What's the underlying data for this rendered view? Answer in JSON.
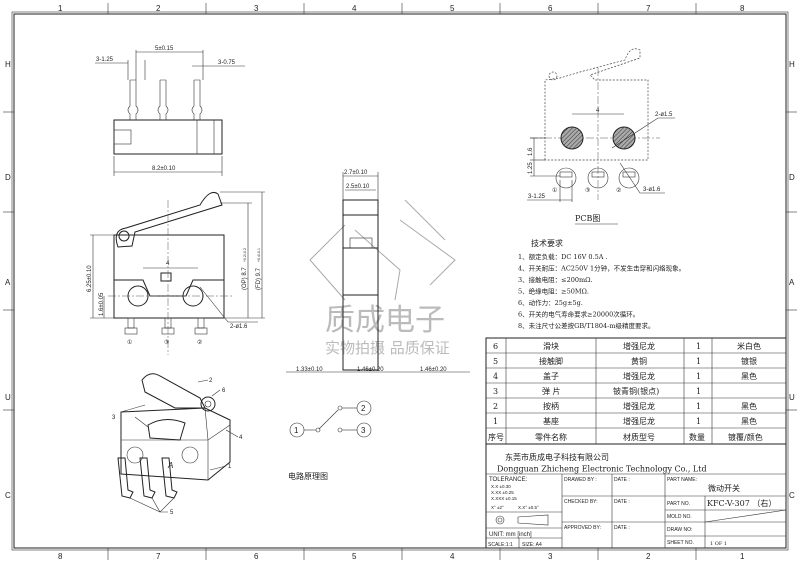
{
  "frame": {
    "columns_top": [
      "1",
      "2",
      "3",
      "4",
      "5",
      "6",
      "7",
      "8"
    ],
    "columns_bottom": [
      "8",
      "7",
      "6",
      "5",
      "4",
      "3",
      "2",
      "1"
    ],
    "rows": [
      "H",
      "D",
      "A",
      "U",
      "C"
    ]
  },
  "top_view": {
    "dim_pitch": "5±0.15",
    "dim_pin_width": "3-1.25",
    "dim_pin_thickness": "3-0.75",
    "dim_length": "8.2±0.10"
  },
  "front_view": {
    "dim_hole_spacing": "4",
    "dim_height": "6.25±0.10",
    "dim_hole_height": "1.6±0.05",
    "dim_op": "(OP) 8.7",
    "dim_op_tol": "+0.2/-0.2",
    "dim_fd": "(FD) 9.7",
    "dim_fd_tol": "+0.4/-0.1",
    "dim_holes": "2-ø1.6",
    "pin_labels": [
      "①",
      "③",
      "②"
    ]
  },
  "side_view": {
    "dim_outer_width": "2.7±0.10",
    "dim_inner_width": "2.5±0.10",
    "dim_bottom": [
      "1.33±0.10",
      "1.46±0.20",
      "1.46±0.20"
    ]
  },
  "watermark": {
    "brand": "质成电子",
    "slogan": "实物拍摄 品质保证"
  },
  "pcb_view": {
    "dim_spacing": "4",
    "dim_holes": "2-ø1.5",
    "dim_v1": "1.6",
    "dim_v2": "1.25",
    "dim_pin_width": "3-1.25",
    "dim_pin_holes": "3-ø1.6",
    "pin_labels": [
      "①",
      "③",
      "②"
    ],
    "title": "PCB图"
  },
  "tech_requirements": {
    "title": "技术要求",
    "items": [
      "1、额定负载：DC 16V 0.5A .",
      "4、开关耐压：AC250V 1分钟，不发生击穿和闪络现象。",
      "3、接触电阻：≤200mΩ.",
      "5、绝缘电阻：≥50MΩ.",
      "6、动作力：25g±5g.",
      "6、开关的电气寿命要求≥20000次循环。",
      "8、未注尺寸公差按GB/T1804-m级精度要求。"
    ]
  },
  "bom": {
    "rows": [
      {
        "no": "6",
        "name": "滑块",
        "material": "增强尼龙",
        "qty": "1",
        "finish": "米白色"
      },
      {
        "no": "5",
        "name": "接触脚",
        "material": "黄铜",
        "qty": "1",
        "finish": "镀银"
      },
      {
        "no": "4",
        "name": "盖子",
        "material": "增强尼龙",
        "qty": "1",
        "finish": "黑色"
      },
      {
        "no": "3",
        "name": "弹 片",
        "material": "铍青铜(银点)",
        "qty": "1",
        "finish": ""
      },
      {
        "no": "2",
        "name": "按柄",
        "material": "增强尼龙",
        "qty": "1",
        "finish": "黑色"
      },
      {
        "no": "1",
        "name": "基座",
        "material": "增强尼龙",
        "qty": "1",
        "finish": "黑色"
      }
    ],
    "header": {
      "no": "序号",
      "name": "零件名称",
      "material": "材质型号",
      "qty": "数量",
      "finish": "镀覆/颜色"
    }
  },
  "title_block": {
    "company_cn": "东莞市质成电子科技有限公司",
    "company_en": "Dongguan Zhicheng Electronic Technology Co., Ltd",
    "tolerance_label": "TOLERANCE:",
    "tolerances": [
      "X.X    ±0.30",
      "X.XX   ±0.25",
      "X.XXX ±0.15"
    ],
    "angle_tol": [
      "X°  ±2°",
      "X.X°  ±0.5°"
    ],
    "unit": "UNIT:  mm  [inch]",
    "scale": "SCALE:1:1",
    "size": "SIZE:  A4",
    "drawed_by": "DRAWED BY :",
    "checked_by": "CHECKED  BY:",
    "approved_by": "APPROVED  BY:",
    "date_label": "DATE :",
    "part_name_label": "PART NAME:",
    "part_name": "微动开关",
    "part_no_label": "PART NO.",
    "part_no": "KFC-V-307  （右）",
    "mold_no_label": "MOLD NO.",
    "draw_no_label": "DRAW NO:",
    "sheet_no_label": "SHEET NO.",
    "sheet_no": "1 OF 1"
  },
  "circuit": {
    "terminals": [
      "1",
      "2",
      "3"
    ],
    "title": "电路原理图"
  },
  "isometric": {
    "callouts": [
      "1",
      "2",
      "3",
      "4",
      "5",
      "6"
    ],
    "marking": "A"
  }
}
